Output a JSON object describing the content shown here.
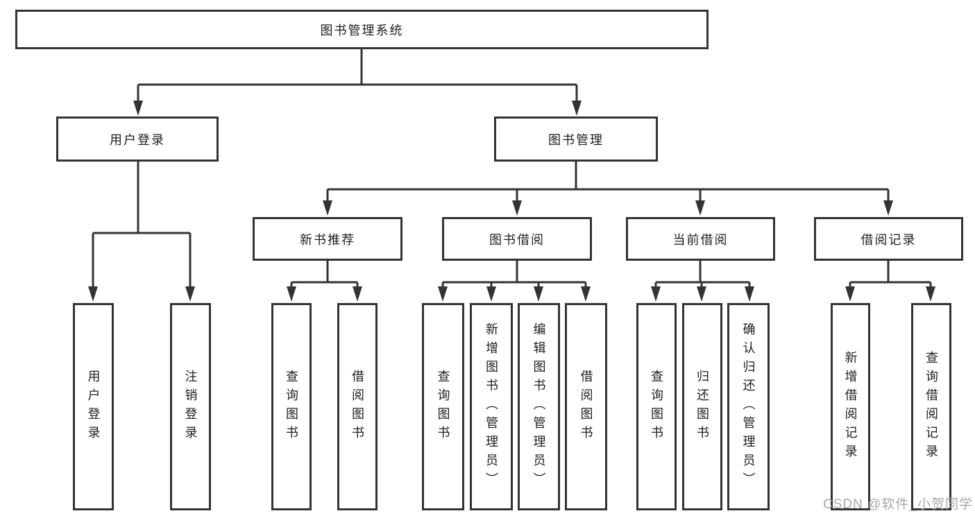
{
  "colors": {
    "line": "#333333",
    "text": "#1e1e1e",
    "watermark": "#a8a8a8",
    "background": "#ffffff"
  },
  "tree": {
    "root": "图书管理系统",
    "level1": {
      "user_login": "用户登录",
      "book_management": "图书管理"
    },
    "level2": {
      "new_book_recommend": "新书推荐",
      "book_borrow": "图书借阅",
      "current_borrow": "当前借阅",
      "borrow_records": "借阅记录"
    },
    "leaves": {
      "user_login": [
        "用户登录",
        "注销登录"
      ],
      "new_book_recommend": [
        "查询图书",
        "借阅图书"
      ],
      "book_borrow": [
        "查询图书",
        "新增图书（管理员）",
        "编辑图书（管理员）",
        "借阅图书"
      ],
      "current_borrow": [
        "查询图书",
        "归还图书",
        "确认归还（管理员）"
      ],
      "borrow_records": [
        "新增借阅记录",
        "查询借阅记录"
      ]
    }
  },
  "watermark": "CSDN @软件_小贺同学"
}
